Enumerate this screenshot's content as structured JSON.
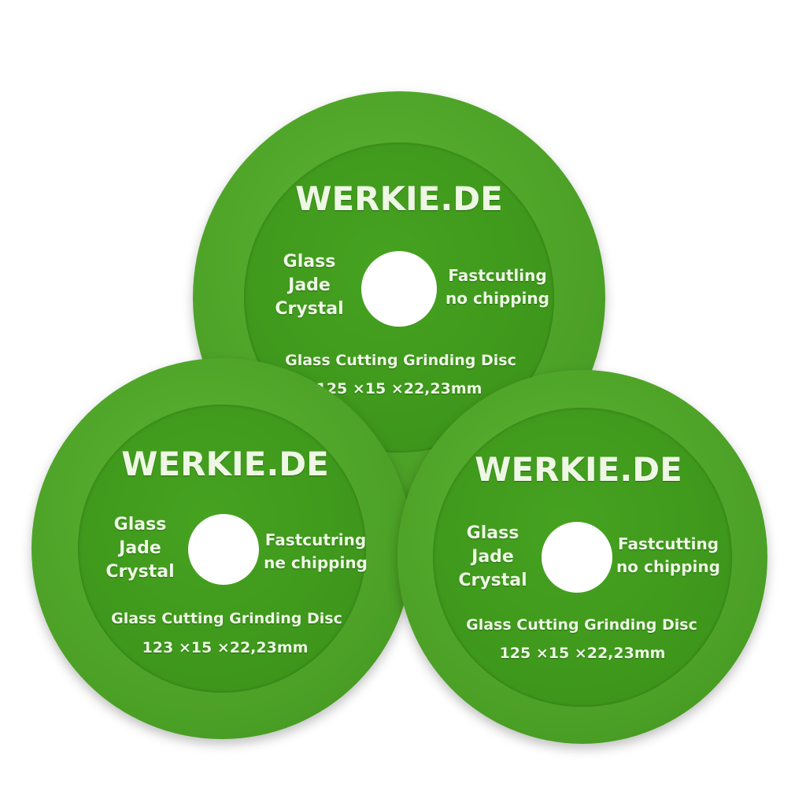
{
  "discs": [
    {
      "position": "top",
      "brand": "WERKIE.DE",
      "materials": [
        "Glass",
        "Jade",
        "Crystal"
      ],
      "features": [
        "Fastcutling",
        "no chipping"
      ],
      "product": "Glass Cutting Grinding Disc",
      "size": "125 ×15 ×22,23mm"
    },
    {
      "position": "left",
      "brand": "WERKIE.DE",
      "materials": [
        "Glass",
        "Jade",
        "Crystal"
      ],
      "features": [
        "Fastcutring",
        "ne chipping"
      ],
      "product": "Glass Cutting Grinding Disc",
      "size": "123 ×15 ×22,23mm"
    },
    {
      "position": "right",
      "brand": "WERKIE.DE",
      "materials": [
        "Glass",
        "Jade",
        "Crystal"
      ],
      "features": [
        "Fastcutting",
        "no chipping"
      ],
      "product": "Glass Cutting Grinding Disc",
      "size": "125 ×15 ×22,23mm"
    }
  ],
  "colors": {
    "disc": "#4fa82a",
    "label": "#3d9a1c",
    "text": "#eef7e4"
  }
}
